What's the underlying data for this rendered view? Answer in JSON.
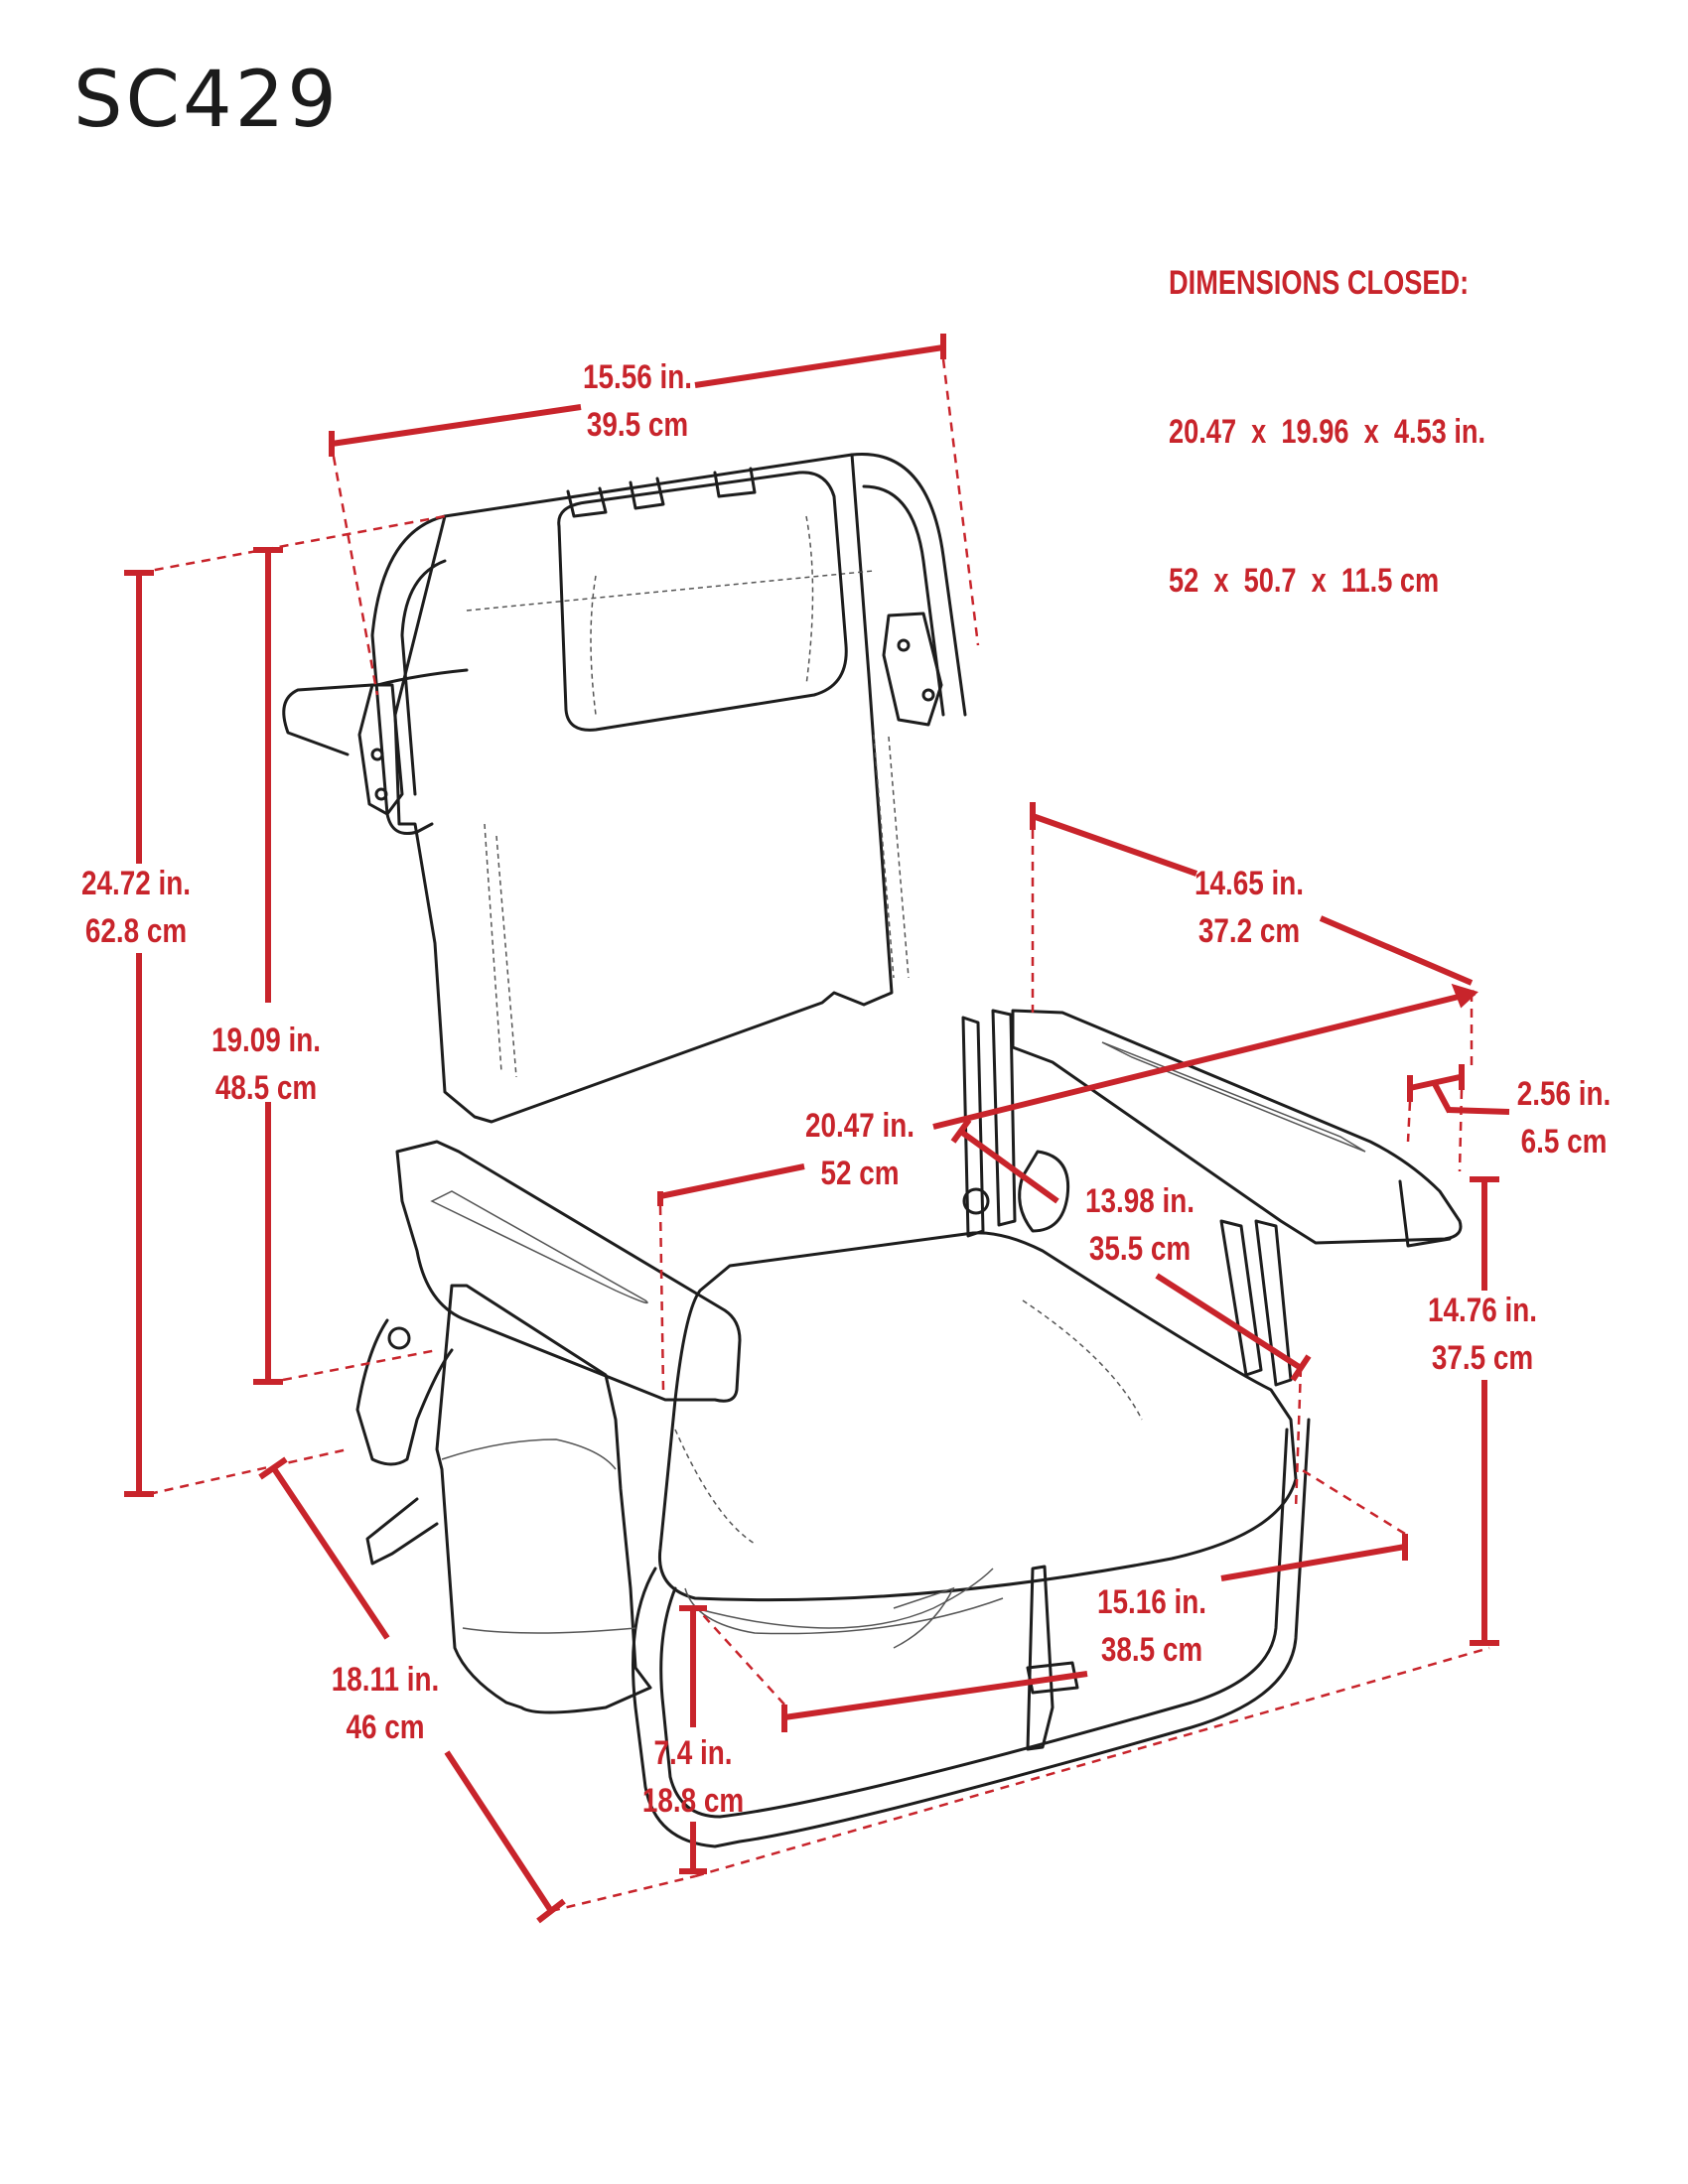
{
  "model": "SC429",
  "closed": {
    "heading": "DIMENSIONS CLOSED:",
    "inches": "20.47  x  19.96  x  4.53 in.",
    "cm": "52  x  50.7  x  11.5 cm"
  },
  "dims": {
    "top_width": {
      "in": "15.56 in.",
      "cm": "39.5 cm"
    },
    "overall_height": {
      "in": "24.72 in.",
      "cm": "62.8 cm"
    },
    "back_height": {
      "in": "19.09 in.",
      "cm": "48.5 cm"
    },
    "armrest_length": {
      "in": "14.65 in.",
      "cm": "37.2 cm"
    },
    "overall_width": {
      "in": "20.47 in.",
      "cm": "52 cm"
    },
    "armrest_width": {
      "in": "2.56 in.",
      "cm": "6.5 cm"
    },
    "seat_depth": {
      "in": "13.98 in.",
      "cm": "35.5 cm"
    },
    "arm_height": {
      "in": "14.76 in.",
      "cm": "37.5 cm"
    },
    "seat_width": {
      "in": "15.16 in.",
      "cm": "38.5 cm"
    },
    "depth": {
      "in": "18.11 in.",
      "cm": "46 cm"
    },
    "seat_height": {
      "in": "7.4 in.",
      "cm": "18.8 cm"
    }
  },
  "colors": {
    "dimension": "#c8242b",
    "outline": "#1d1d1d"
  }
}
